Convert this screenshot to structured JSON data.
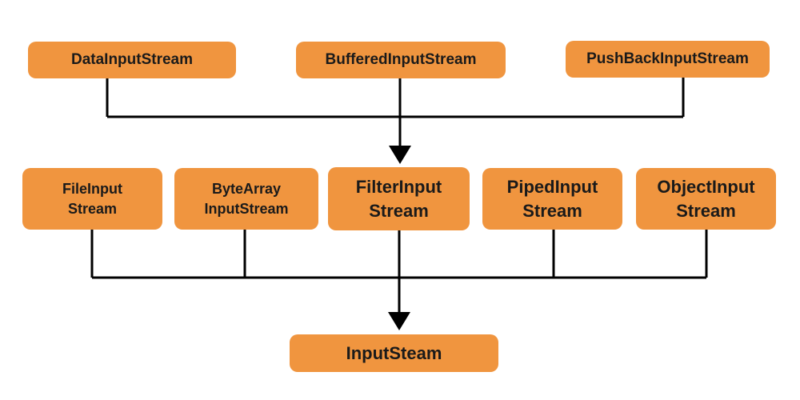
{
  "colors": {
    "box_fill": "#F0953F",
    "box_text": "#1A1A1A",
    "connector": "#000000"
  },
  "nodes": {
    "data_input_stream": {
      "label": "DataInputStream"
    },
    "buffered_input_stream": {
      "label": "BufferedInputStream"
    },
    "push_back_input_stream": {
      "label": "PushBackInputStream"
    },
    "file_input_stream": {
      "label": "FileInput\nStream"
    },
    "byte_array_input_stream": {
      "label": "ByteArray\nInputStream"
    },
    "filter_input_stream": {
      "label": "FilterInput\nStream"
    },
    "piped_input_stream": {
      "label": "PipedInput\nStream"
    },
    "object_input_stream": {
      "label": "ObjectInput\nStream"
    },
    "input_steam": {
      "label": "InputSteam"
    }
  },
  "edges": [
    {
      "from": "data_input_stream",
      "to": "filter_input_stream"
    },
    {
      "from": "buffered_input_stream",
      "to": "filter_input_stream"
    },
    {
      "from": "push_back_input_stream",
      "to": "filter_input_stream"
    },
    {
      "from": "file_input_stream",
      "to": "input_steam"
    },
    {
      "from": "byte_array_input_stream",
      "to": "input_steam"
    },
    {
      "from": "filter_input_stream",
      "to": "input_steam"
    },
    {
      "from": "piped_input_stream",
      "to": "input_steam"
    },
    {
      "from": "object_input_stream",
      "to": "input_steam"
    }
  ]
}
